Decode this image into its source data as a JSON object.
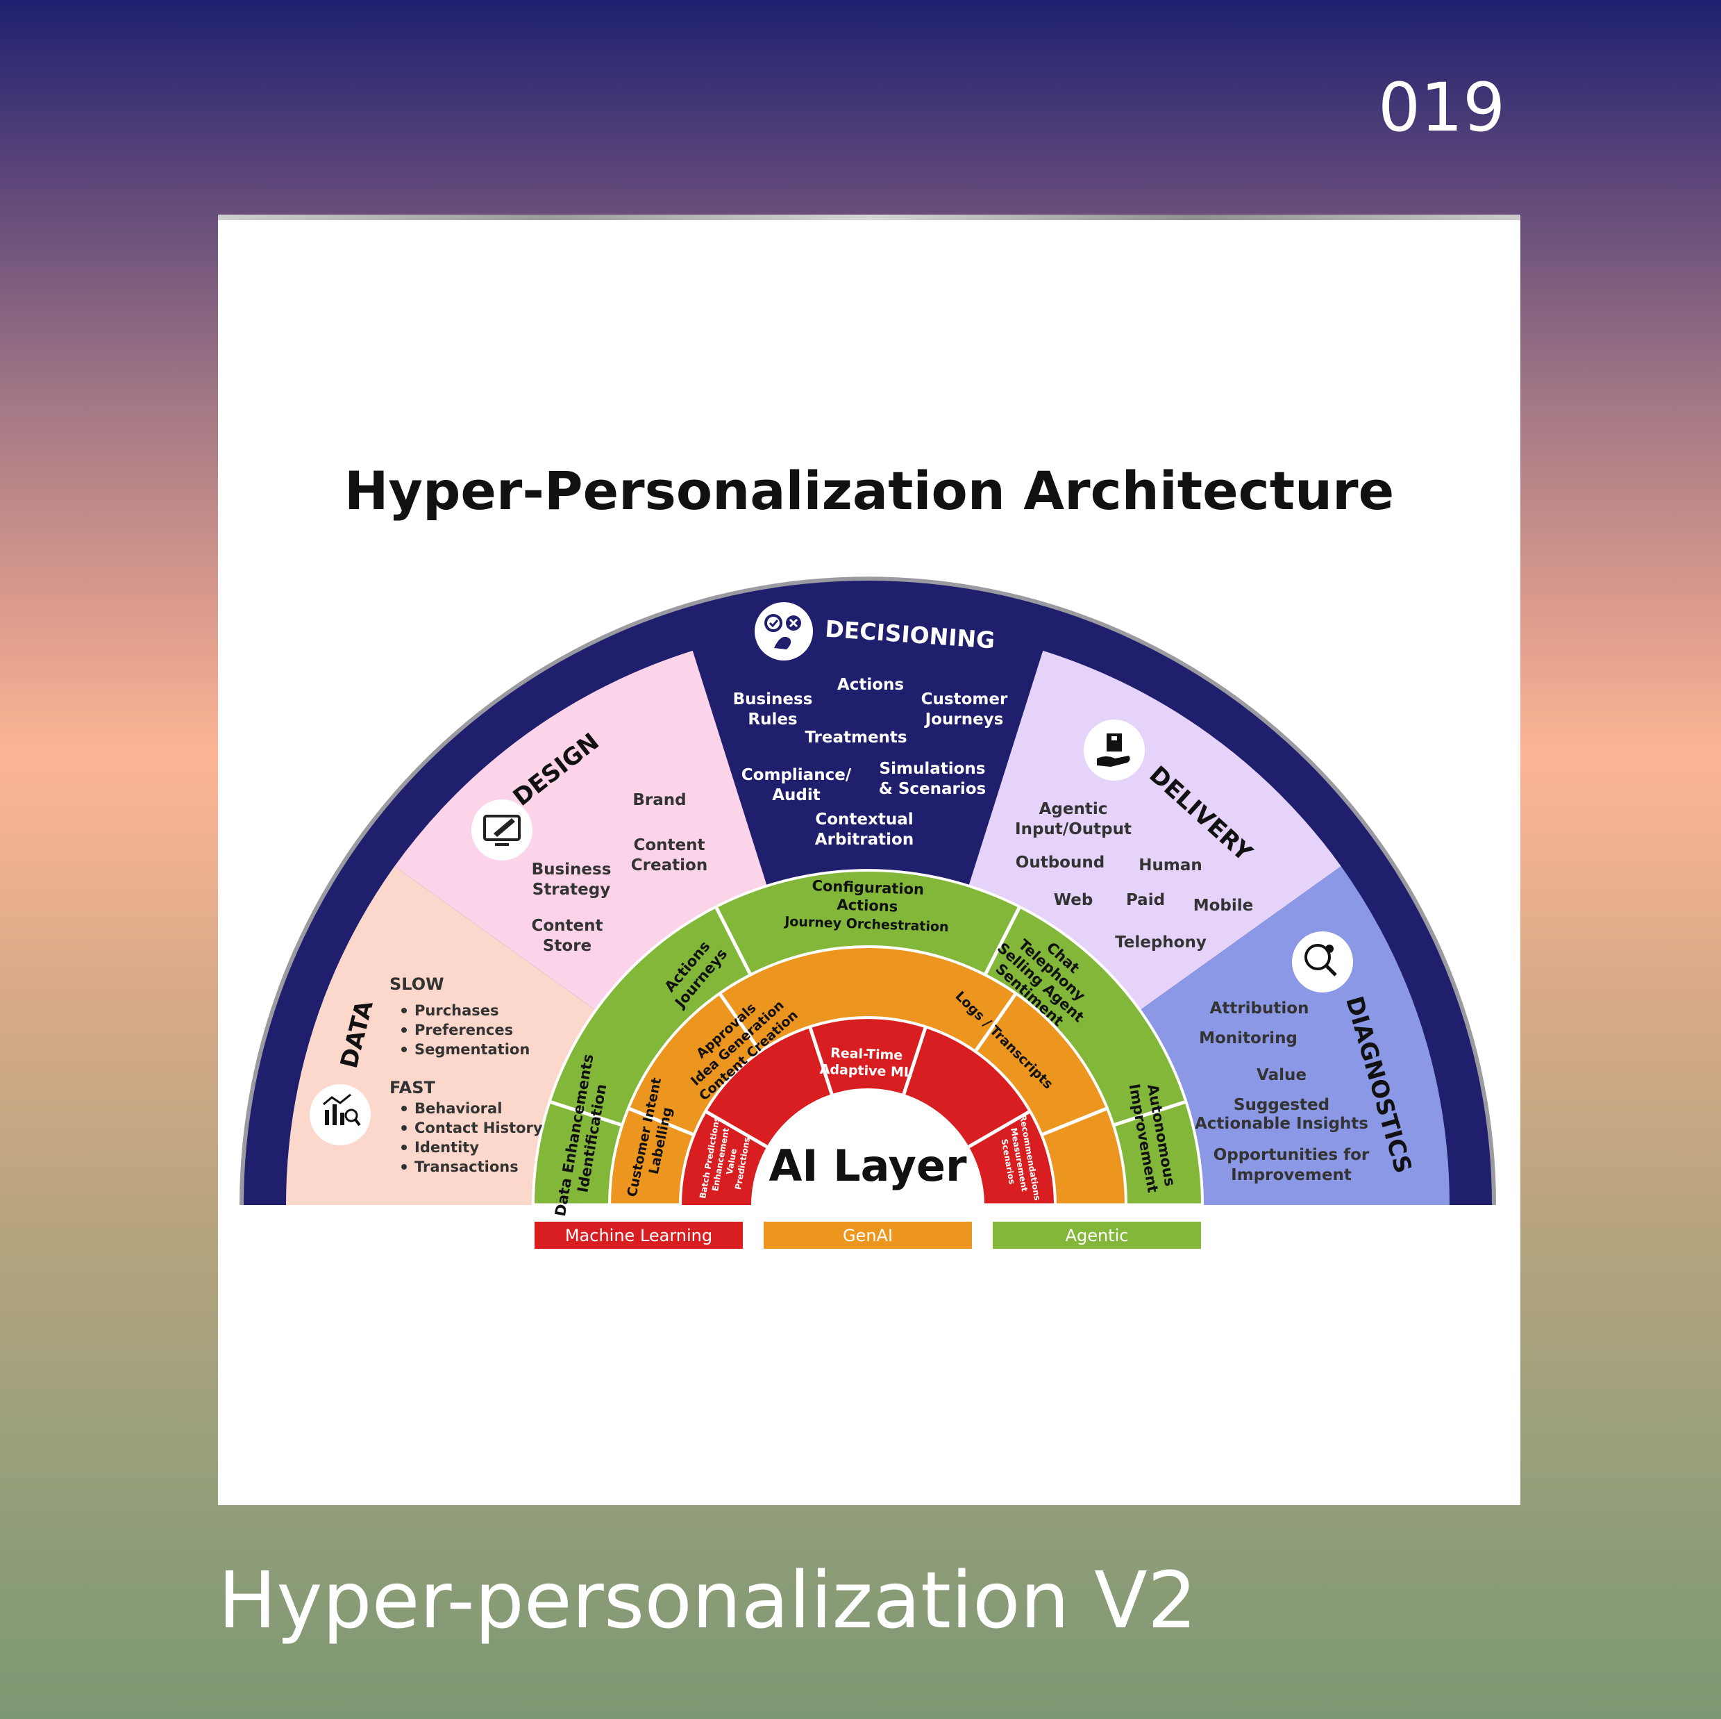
{
  "page_number": "019",
  "caption": "Hyper-personalization V2",
  "diagram": {
    "title": "Hyper-Personalization Architecture",
    "center_label": "AI Layer",
    "colors": {
      "navy": "#201f6e",
      "data_bg": "#fbd8cb",
      "design_bg": "#fbd4ea",
      "delivery_bg": "#e5d3f9",
      "diagnostics_bg": "#8b98e6",
      "agentic": "#82b73a",
      "genai": "#ec951f",
      "ml": "#d91e21"
    },
    "sections": {
      "decisioning": {
        "title": "DECISIONING",
        "icon": "decision-icon",
        "items": [
          "Business",
          "Rules",
          "Actions",
          "Customer",
          "Journeys",
          "Treatments",
          "Compliance/",
          "Audit",
          "Simulations",
          "& Scenarios",
          "Contextual",
          "Arbitration"
        ]
      },
      "design": {
        "title": "DESIGN",
        "icon": "monitor-pen-icon",
        "items": [
          "Brand",
          "Content",
          "Creation",
          "Business",
          "Strategy",
          "Content",
          "Store"
        ]
      },
      "delivery": {
        "title": "DELIVERY",
        "icon": "hand-package-icon",
        "items": [
          "Agentic",
          "Input/Output",
          "Outbound",
          "Human",
          "Web",
          "Paid",
          "Mobile",
          "Telephony"
        ]
      },
      "diagnostics": {
        "title": "DIAGNOSTICS",
        "icon": "magnifier-gear-icon",
        "items": [
          "Attribution",
          "Monitoring",
          "Value",
          "Suggested",
          "Actionable Insights",
          "Opportunities for",
          "Improvement"
        ]
      },
      "data": {
        "title": "DATA",
        "icon": "chart-search-icon",
        "slow_label": "SLOW",
        "slow_items": [
          "Purchases",
          "Preferences",
          "Segmentation"
        ],
        "fast_label": "FAST",
        "fast_items": [
          "Behavioral",
          "Contact History",
          "Identity",
          "Transactions"
        ]
      }
    },
    "rings": {
      "agentic": {
        "seg1": [
          "Data Enhancements",
          "Identification"
        ],
        "seg2": [
          "Actions",
          "Journeys"
        ],
        "seg3": [
          "Configuration",
          "Actions",
          "Journey Orchestration"
        ],
        "seg4": [
          "Chat",
          "Telephony",
          "Selling Agent",
          "Sentiment"
        ],
        "seg5": [
          "Autonomous",
          "Improvement"
        ]
      },
      "genai": {
        "seg1": [
          "Customer Intent",
          "Labelling"
        ],
        "seg2": [
          "Approvals",
          "Idea Generation",
          "Content Creation"
        ],
        "seg4": [
          "Logs / Transcripts"
        ]
      },
      "ml": {
        "seg1": [
          "Batch Predictions",
          "Enhancement",
          "Value",
          "Predictions"
        ],
        "seg2": [
          "Real-Time",
          "Adaptive ML"
        ],
        "seg3": [
          "Recommendations",
          "Measurement",
          "Scenarios"
        ]
      }
    },
    "legend": [
      "Machine Learning",
      "GenAI",
      "Agentic"
    ]
  }
}
